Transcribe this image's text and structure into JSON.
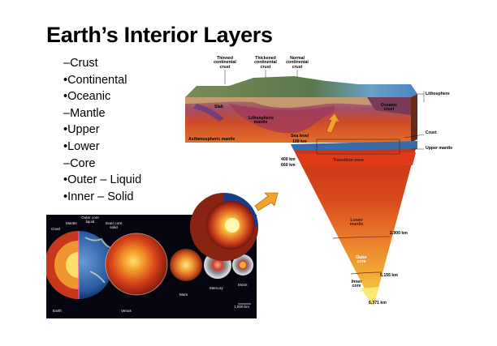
{
  "slide": {
    "title": "Earth’s Interior Layers",
    "bullets": [
      "–Crust",
      "•Continental",
      "•Oceanic",
      "–Mantle",
      "•Upper",
      "•Lower",
      "–Core",
      "•Outer – Liquid",
      "•Inner – Solid"
    ]
  },
  "cross_section": {
    "top_labels": [
      "Thinned continental crust",
      "Thickened continental crust",
      "Normal continental crust"
    ],
    "labels": {
      "lithosphere": "Lithosphere",
      "oceanic_crust": "Oceanic crust",
      "crust": "Crust",
      "upper_mantle": "Upper mantle",
      "slab": "Slab",
      "lithospheric_mantle": "Lithospheric mantle",
      "asthenospheric_mantle": "Asthenospheric mantle",
      "sea_level": "Sea level",
      "km100": "100 km",
      "km400": "400 km",
      "km660": "660 km",
      "transition_zone": "Transition zone",
      "lower_mantle": "Lower mantle",
      "outer_core": "Outer core",
      "inner_core": "Inner core",
      "km2900": "2,900 km",
      "km5155": "5,155 km",
      "km6371": "6,371 km"
    }
  },
  "planets_panel": {
    "labels": {
      "outer_core": "Outer core",
      "liquid": "liquid",
      "mantle": "Mantle",
      "inner_core": "Inner core",
      "solid": "solid",
      "crust": "Crust",
      "earth": "Earth",
      "venus": "Venus",
      "mars": "Mars",
      "mercury": "Mercury",
      "moon": "Moon",
      "scale": "1,000 km"
    }
  },
  "colors": {
    "mantle_red": "#c8361c",
    "mantle_orange": "#e8742a",
    "core_yellow": "#f6c83a",
    "ocean_blue": "#3a6fb0",
    "crust_brown": "#8a5a3a",
    "space_black": "#050510"
  }
}
